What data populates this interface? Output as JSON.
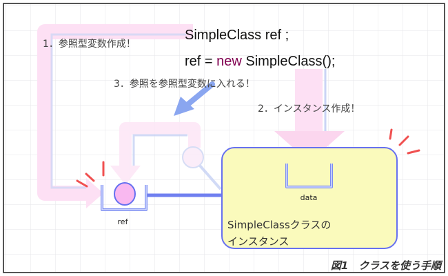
{
  "steps": {
    "step1": "1．参照型変数作成！",
    "step2": "2．インスタンス作成！",
    "step3": "3．参照を参照型変数に入れる！"
  },
  "code": {
    "line1": "SimpleClass ref ;",
    "line2_prefix": "ref = ",
    "line2_keyword": "new",
    "line2_suffix": " SimpleClass();"
  },
  "variable": {
    "label": "ref"
  },
  "instance": {
    "field_label": "data",
    "title_line1": "SimpleClassクラスの",
    "title_line2": "インスタンス"
  },
  "caption": "図1　クラスを使う手順",
  "colors": {
    "keyword": "#800050",
    "instance_fill": "#fafabc",
    "outline_blue": "#6670f0",
    "arrow_pink": "#fde0f4",
    "arrow_blue": "#8aa6f0",
    "spark_red": "#f05050"
  }
}
